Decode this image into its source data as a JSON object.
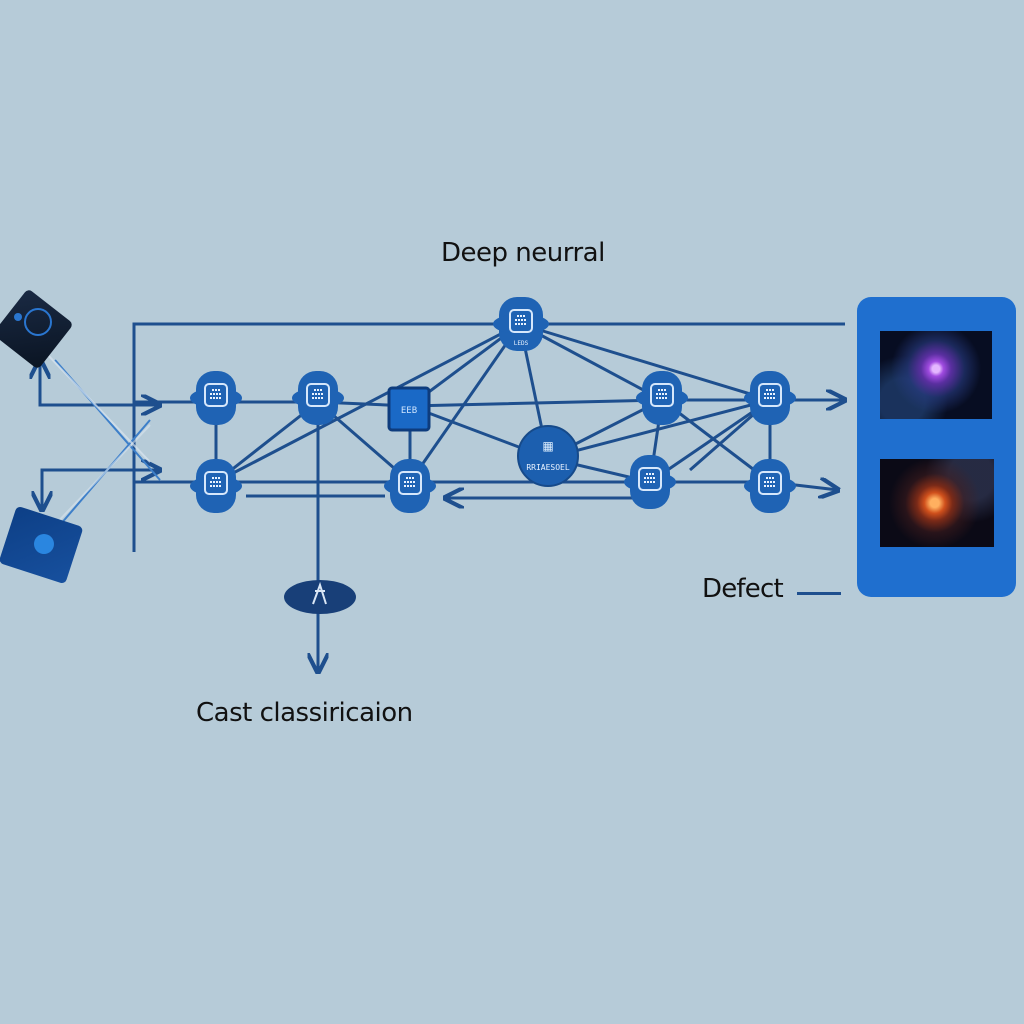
{
  "diagram": {
    "title": "Deep neurral",
    "bottom_label": "Cast classiricaion",
    "right_label": "Defect",
    "node_small_text": "LEDS",
    "center_node_text": "RRIAESOEL",
    "square_node_text": "EEB"
  },
  "colors": {
    "background": "#b6cbd8",
    "node_fill": "#1f63b4",
    "line": "#1e4f8e",
    "panel": "#1f6fcf"
  },
  "icons": [
    "chip-icon",
    "brain-icon",
    "arrow-down-icon",
    "arrow-right-icon"
  ]
}
